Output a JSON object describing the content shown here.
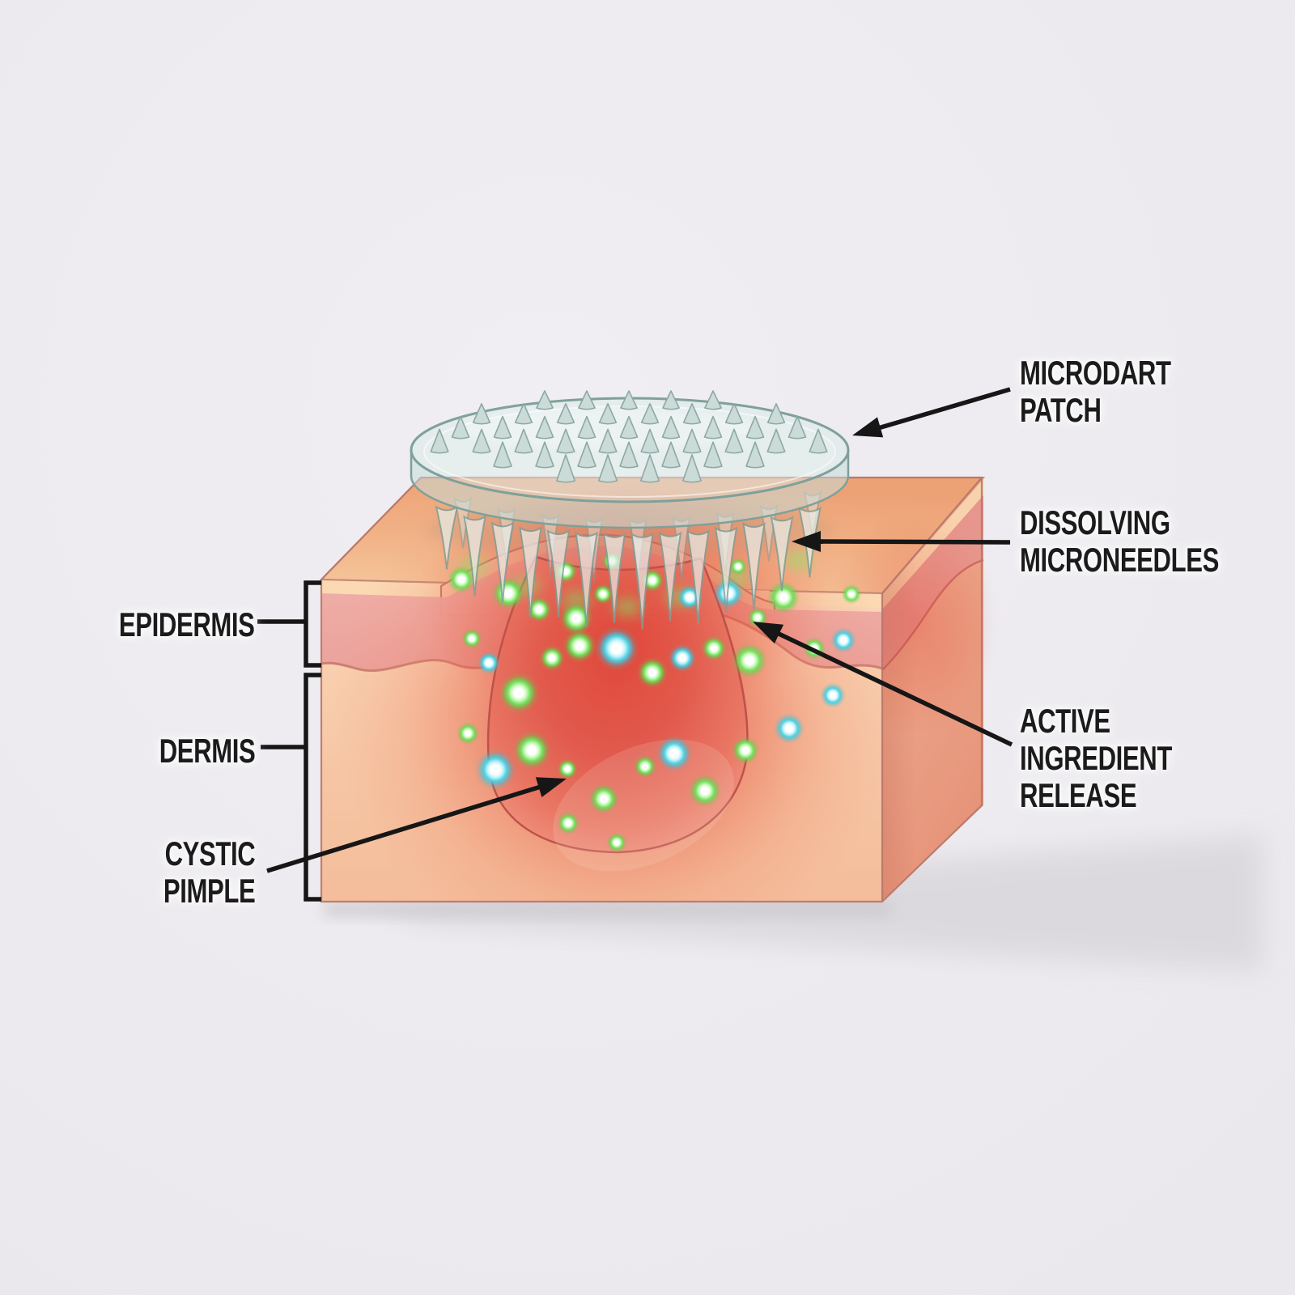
{
  "figure": {
    "description": "Cross-section skin illustration showing a microdart patch treating a cystic pimple"
  },
  "labels": {
    "microdart_patch": "MICRODART\nPATCH",
    "dissolving_microneedles": "DISSOLVING\nMICRONEEDLES",
    "active_ingredient_release": "ACTIVE\nINGREDIENT\nRELEASE",
    "epidermis": "EPIDERMIS",
    "dermis": "DERMIS",
    "cystic_pimple": "CYSTIC\nPIMPLE"
  },
  "colors": {
    "background": "#ECEAEE",
    "skin_top_face": "#F0AC7E",
    "skin_surface_strip": "#FAD9B2",
    "epidermis_pink": "#ECA6A1",
    "dermis_peach": "#F8CFAE",
    "inflammation_red": "#E4544A",
    "pimple_core_red": "#DF4C41",
    "patch_translucent": "#D8E9E6",
    "patch_outline": "#7FA09B",
    "particle_green": "#72E25E",
    "particle_cyan": "#4ED2E4",
    "annotation_black": "#161616"
  }
}
